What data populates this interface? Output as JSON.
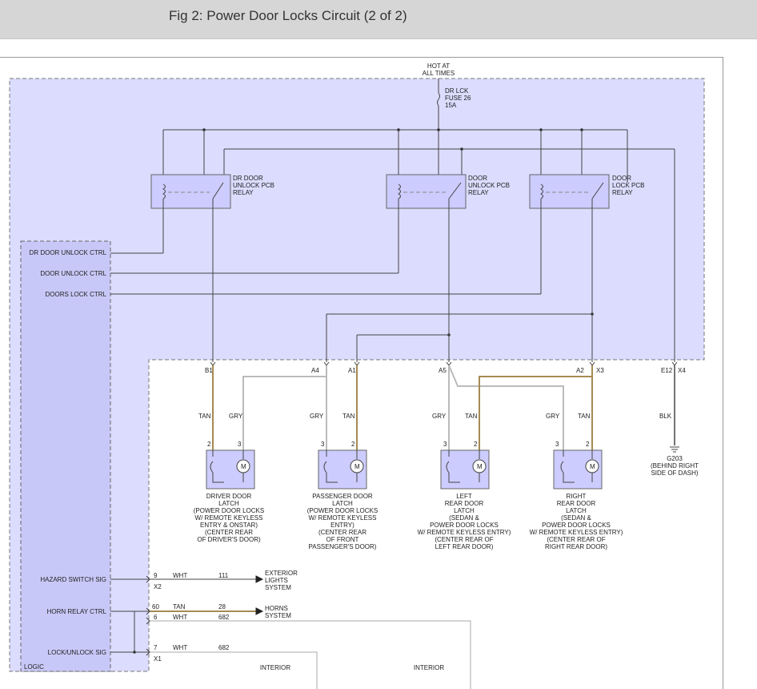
{
  "page": {
    "title": "Fig 2: Power Door Locks Circuit (2 of 2)"
  },
  "colors": {
    "shade": "#dcdcff",
    "logic": "#c8c8f8",
    "tan_wire": "#a58a52",
    "gry_wire": "#a6a6a6",
    "blk_wire": "#444444",
    "line": "#555555"
  },
  "power": {
    "hot_line1": "HOT AT",
    "hot_line2": "ALL TIMES",
    "fuse_line1": "DR LCK",
    "fuse_line2": "FUSE 26",
    "fuse_line3": "15A"
  },
  "relays": [
    {
      "line1": "DR DOOR",
      "line2": "UNLOCK PCB",
      "line3": "RELAY"
    },
    {
      "line1": "DOOR",
      "line2": "UNLOCK PCB",
      "line3": "RELAY"
    },
    {
      "line1": "DOOR",
      "line2": "LOCK PCB",
      "line3": "RELAY"
    }
  ],
  "module": {
    "name": "LOGIC",
    "pins": {
      "dr_door_unlock": "DR DOOR UNLOCK CTRL",
      "door_unlock": "DOOR UNLOCK CTRL",
      "doors_lock": "DOORS LOCK CTRL",
      "hazard": "HAZARD SWITCH SIG",
      "horn": "HORN RELAY CTRL",
      "lockunlock": "LOCK/UNLOCK SIG"
    }
  },
  "connectors": {
    "b1": "B1",
    "a4": "A4",
    "a1": "A1",
    "a5": "A5",
    "a2": "A2",
    "x3": "X3",
    "e12": "E12",
    "x4": "X4",
    "x2": "X2",
    "x1": "X1"
  },
  "wires": {
    "tan": "TAN",
    "gry": "GRY",
    "blk": "BLK",
    "wht": "WHT"
  },
  "latch_pins": {
    "p2": "2",
    "p3": "3"
  },
  "latches": [
    {
      "lines": [
        "DRIVER DOOR",
        "LATCH",
        "(POWER DOOR LOCKS",
        "W/ REMOTE KEYLESS",
        "ENTRY & ONSTAR)",
        "(CENTER REAR",
        "OF DRIVER'S DOOR)"
      ]
    },
    {
      "lines": [
        "PASSENGER DOOR",
        "LATCH",
        "(POWER DOOR LOCKS",
        "W/ REMOTE KEYLESS",
        "ENTRY)",
        "(CENTER REAR",
        "OF FRONT",
        "PASSENGER'S DOOR)"
      ]
    },
    {
      "lines": [
        "LEFT",
        "REAR DOOR",
        "LATCH",
        "(SEDAN &",
        "POWER DOOR LOCKS",
        "W/ REMOTE KEYLESS ENTRY)",
        "(CENTER REAR OF",
        "LEFT REAR DOOR)"
      ]
    },
    {
      "lines": [
        "RIGHT",
        "REAR DOOR",
        "LATCH",
        "(SEDAN &",
        "POWER DOOR LOCKS",
        "W/ REMOTE KEYLESS ENTRY)",
        "(CENTER REAR OF",
        "RIGHT REAR DOOR)"
      ]
    }
  ],
  "ground": {
    "line1": "G203",
    "line2": "(BEHIND RIGHT",
    "line3": "SIDE OF DASH)"
  },
  "bottom": {
    "hz_pin": "9",
    "hz_circuit": "111",
    "hr_pin": "60",
    "hr_circuit": "28",
    "lu6_pin": "6",
    "lu6_circuit": "682",
    "lu7_pin": "7",
    "lu7_circuit": "682",
    "ext_line1": "EXTERIOR",
    "ext_line2": "LIGHTS",
    "ext_line3": "SYSTEM",
    "horns_line1": "HORNS",
    "horns_line2": "SYSTEM",
    "interior1": "INTERIOR",
    "interior2": "INTERIOR"
  }
}
